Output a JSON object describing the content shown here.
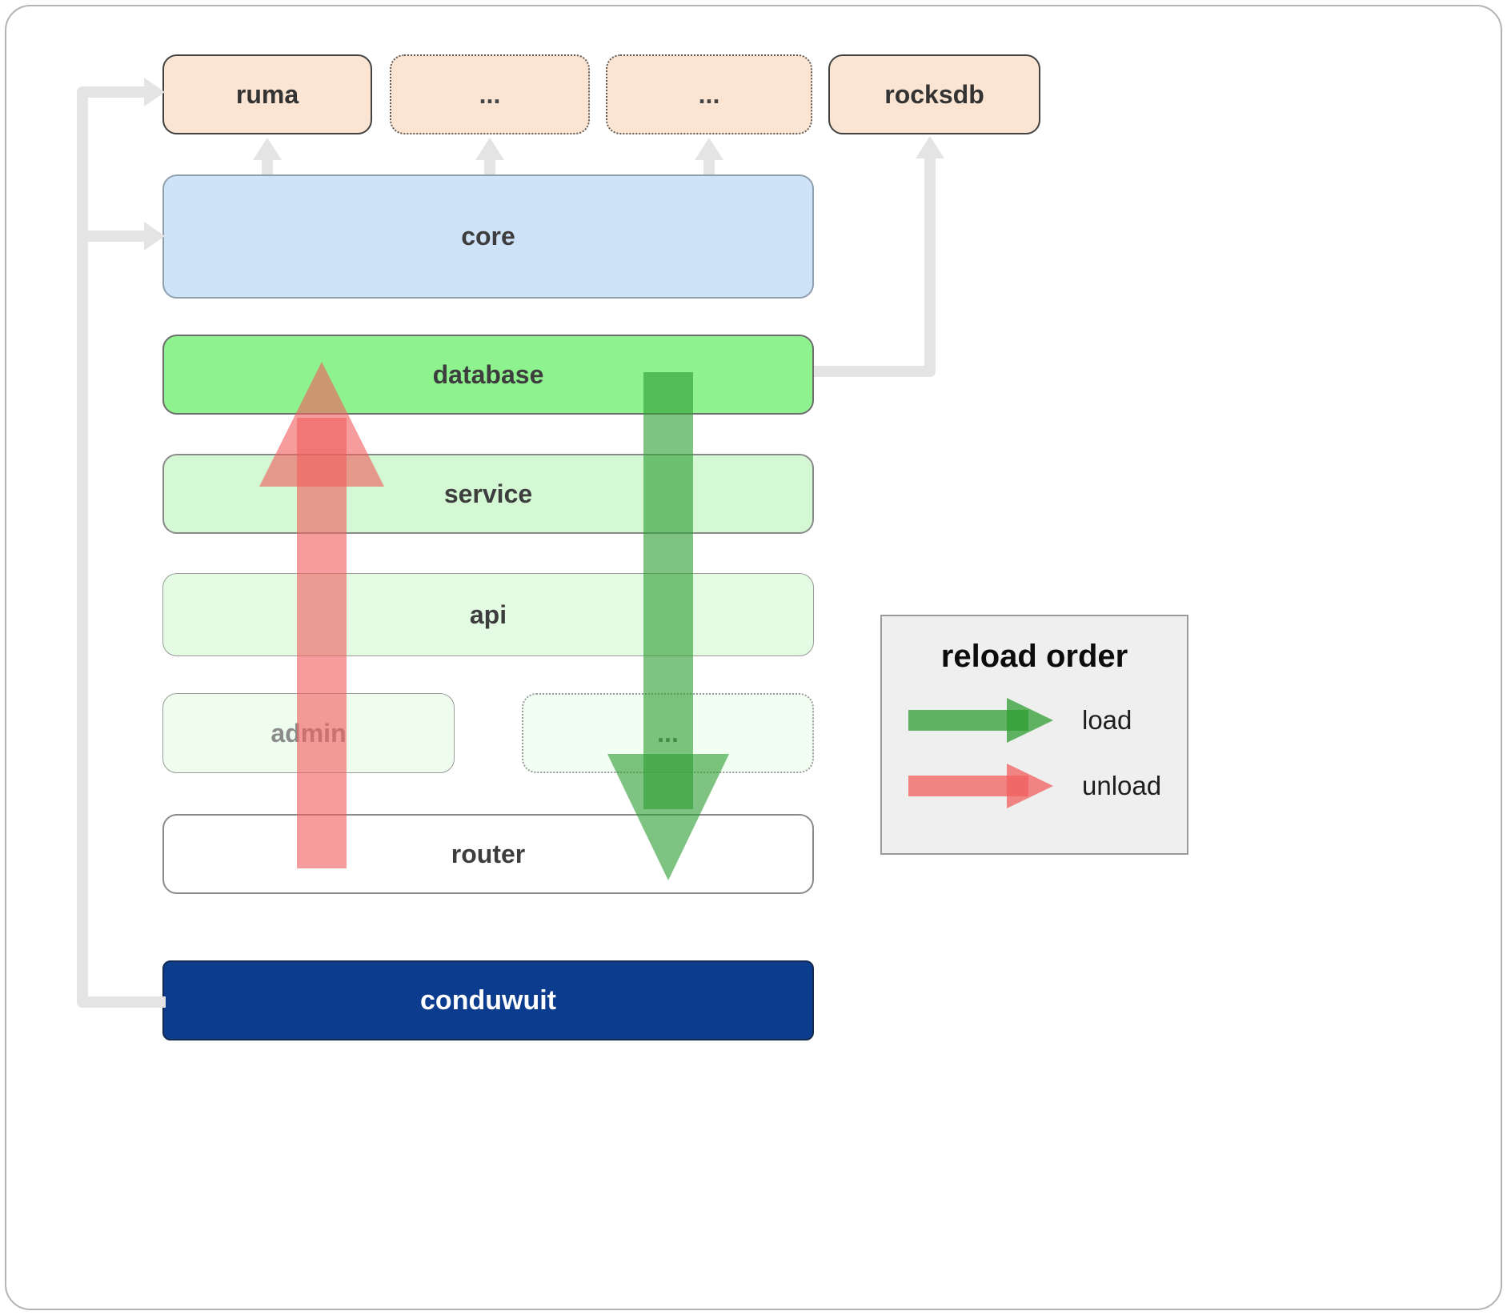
{
  "boxes": {
    "ruma": {
      "label": "ruma"
    },
    "ext1": {
      "label": "..."
    },
    "ext2": {
      "label": "..."
    },
    "rocksdb": {
      "label": "rocksdb"
    },
    "core": {
      "label": "core"
    },
    "database": {
      "label": "database"
    },
    "service": {
      "label": "service"
    },
    "api": {
      "label": "api"
    },
    "admin": {
      "label": "admin"
    },
    "admin_ext": {
      "label": "..."
    },
    "router": {
      "label": "router"
    },
    "conduwuit": {
      "label": "conduwuit"
    }
  },
  "legend": {
    "title": "reload order",
    "load_label": "load",
    "unload_label": "unload"
  },
  "colors": {
    "external_box": "#fbe5d2",
    "core": "#cfe3f8",
    "database": "#8ef28e",
    "service": "#d3f8d3",
    "api": "#e3fbe3",
    "admin": "#effdef",
    "router": "#ffffff",
    "conduwuit": "#0c3c8e",
    "load_arrow": "#2f9e33",
    "unload_arrow": "#f15f5f",
    "gray_arrow": "#e4e4e4"
  }
}
